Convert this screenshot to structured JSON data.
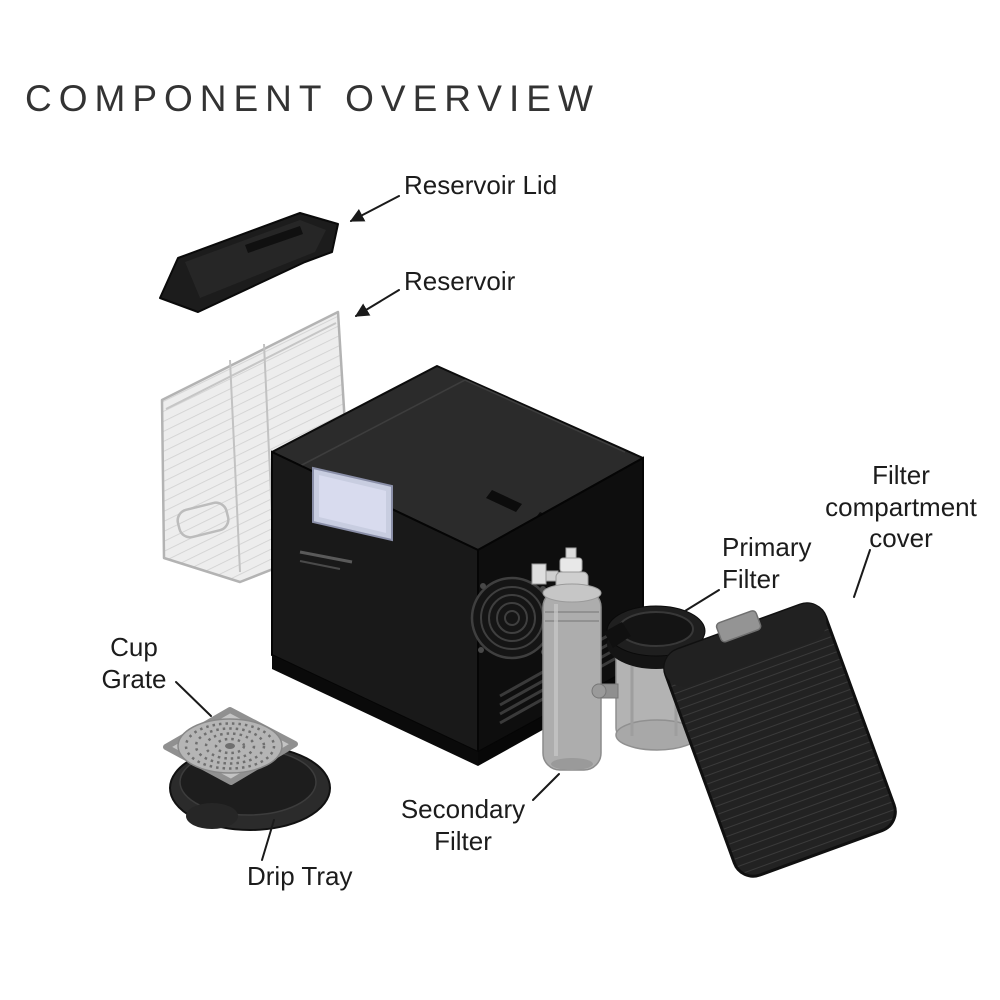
{
  "title": "COMPONENT OVERVIEW",
  "diagram": {
    "labels": {
      "reservoir_lid": "Reservoir Lid",
      "reservoir": "Reservoir",
      "filter_compartment_cover": "Filter\ncompartment\ncover",
      "primary_filter": "Primary\nFilter",
      "secondary_filter": "Secondary\nFilter",
      "cup_grate": "Cup\nGrate",
      "drip_tray": "Drip Tray"
    },
    "colors": {
      "leader_line": "#1a1a1a",
      "label_text": "#1c1c1c",
      "machine_black": "#1a1a1a",
      "metal_gray": "#b0b0b0"
    }
  }
}
